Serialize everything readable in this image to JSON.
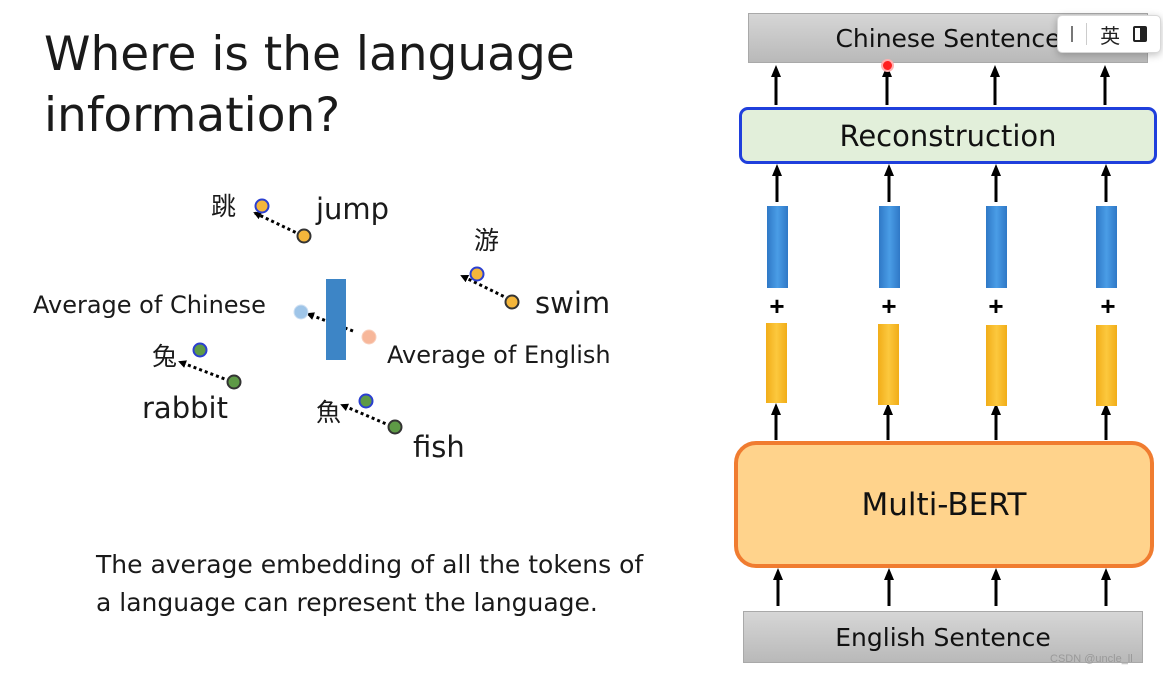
{
  "slide": {
    "title": "Where is the language\ninformation?",
    "note": "The average embedding of all the tokens of\na language can represent the language."
  },
  "scatter": {
    "words": {
      "jump": "jump",
      "tiao": "跳",
      "you": "游",
      "swim": "swim",
      "tu": "兔",
      "rabbit": "rabbit",
      "yu": "魚",
      "fish": "fish"
    },
    "avg_chinese_label": "Average of Chinese",
    "avg_english_label": "Average of English",
    "colors": {
      "orange_point": "#f4b63b",
      "green_point": "#5e9a46",
      "blue_outline": "#2b3fd0",
      "avg_chinese_point": "#9fc5e8",
      "avg_english_point": "#f7b79a",
      "language_vector": "#3d85c6"
    }
  },
  "diagram": {
    "chinese_sentence": "Chinese Sentence",
    "reconstruction": "Reconstruction",
    "multi_bert": "Multi-BERT",
    "english_sentence": "English Sentence",
    "plus_sign": "+",
    "colors": {
      "blue_vector": "#3d8ad6",
      "yellow_vector": "#fbbf2c",
      "reconstruction_fill": "#e2efda",
      "reconstruction_border": "#1f3fdc",
      "bert_fill": "#ffd38c",
      "bert_border": "#f07c30",
      "sentence_fill": "#c8c8c8"
    }
  },
  "ime_toolbar": {
    "lang": "英"
  },
  "watermark": "CSDN @uncle_ll"
}
